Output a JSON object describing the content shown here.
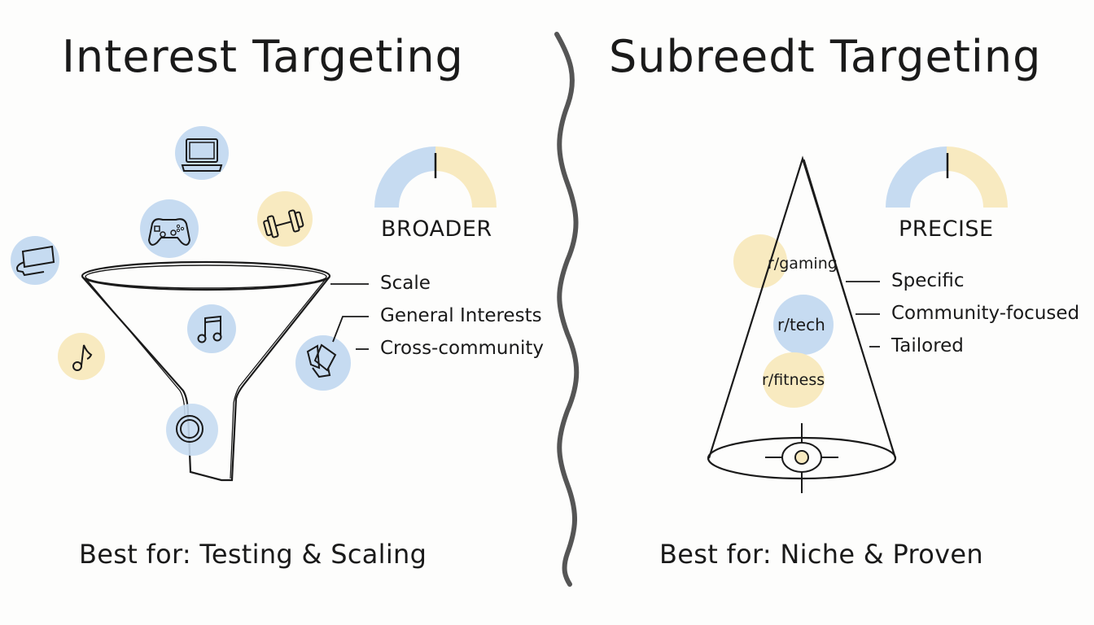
{
  "left_panel": {
    "title": "Interest Targeting",
    "gauge_label": "BROADER",
    "features": [
      "Scale",
      "General Interests",
      "Cross-community"
    ],
    "best_for": "Best for: Testing & Scaling",
    "icons": [
      "laptop-icon",
      "gamepad-icon",
      "dumbbell-icon",
      "devices-icon",
      "music-notes-icon",
      "music-note-icon",
      "cube-icon",
      "target-ring-icon"
    ]
  },
  "right_panel": {
    "title": "Subreedt Targeting",
    "gauge_label": "PRECISE",
    "subreddits": [
      "r/gaming",
      "r/tech",
      "r/fitness"
    ],
    "features": [
      "Specific",
      "Community-focused",
      "Tailored"
    ],
    "best_for": "Best for: Niche & Proven",
    "icons": [
      "crosshair-target-icon"
    ]
  },
  "colors": {
    "blue": "#c6dbf1",
    "yellow": "#f8eac0",
    "ink": "#1a1a1a",
    "divider": "#555555",
    "background": "#fdfdfc"
  }
}
